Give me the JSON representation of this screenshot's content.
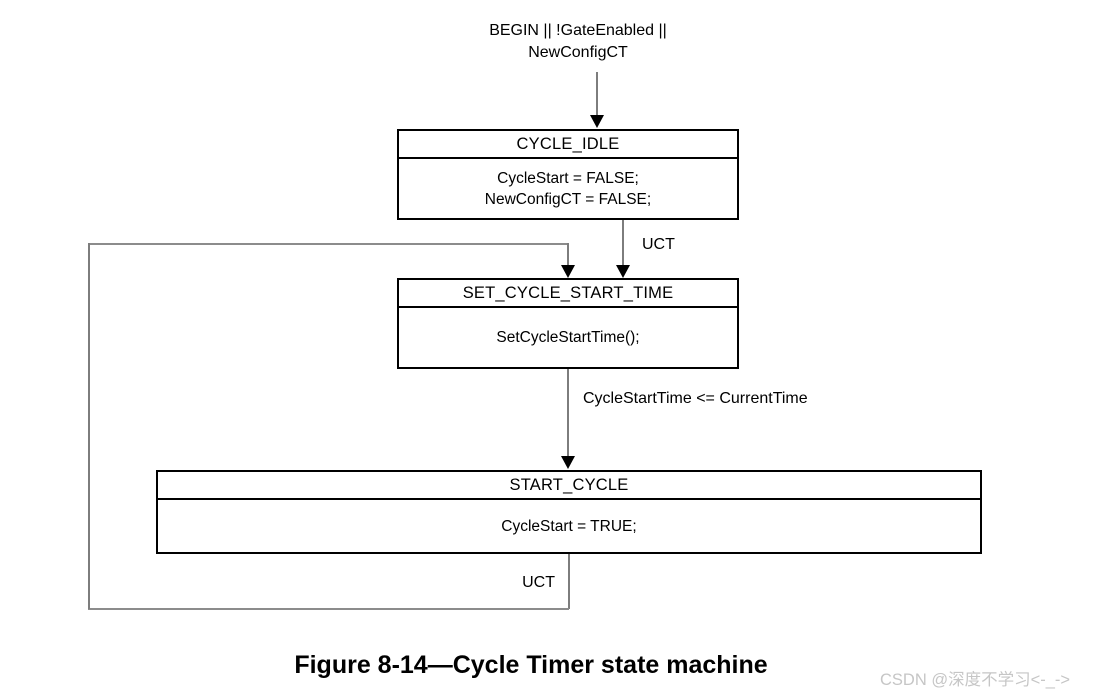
{
  "diagram": {
    "start_label": "BEGIN || !GateEnabled ||\nNewConfigCT",
    "states": [
      {
        "name": "CYCLE_IDLE",
        "actions": "CycleStart = FALSE;\nNewConfigCT = FALSE;"
      },
      {
        "name": "SET_CYCLE_START_TIME",
        "actions": "SetCycleStartTime();"
      },
      {
        "name": "START_CYCLE",
        "actions": "CycleStart = TRUE;"
      }
    ],
    "transitions": [
      {
        "label": "UCT"
      },
      {
        "label": "CycleStartTime <= CurrentTime"
      },
      {
        "label": "UCT"
      }
    ]
  },
  "caption": "Figure 8-14—Cycle Timer state machine",
  "watermark": "CSDN @深度不学习<-_->",
  "colors": {
    "box_border": "#000000",
    "connector_line": "#7d7d7d",
    "arrow_head": "#000000",
    "watermark_text": "#c6c6c6"
  }
}
